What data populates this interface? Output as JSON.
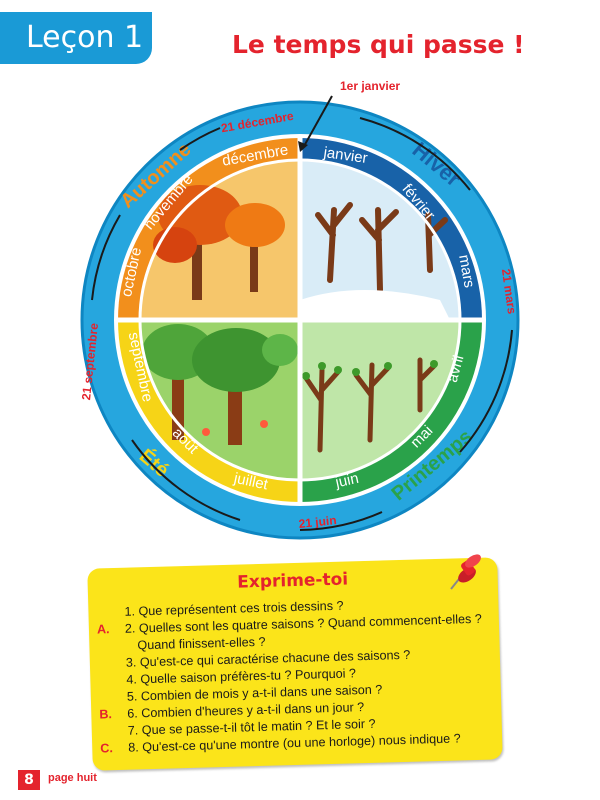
{
  "lesson": "Leçon 1",
  "title": "Le temps qui passe !",
  "wheel": {
    "start_label": "1er janvier",
    "dates": [
      "21 décembre",
      "21 mars",
      "21 juin",
      "21 septembre"
    ],
    "seasons": [
      "Hiver",
      "Printemps",
      "Été",
      "Automne"
    ],
    "months": [
      "janvier",
      "février",
      "mars",
      "avril",
      "mai",
      "juin",
      "juillet",
      "août",
      "septembre",
      "octobre",
      "novembre",
      "décembre"
    ],
    "colors": {
      "winter": "#1862a8",
      "spring": "#2aa24a",
      "summer": "#f6d417",
      "autumn": "#f28f1c",
      "ring": "#26a6de"
    }
  },
  "exprime": {
    "title": "Exprime-toi",
    "questions": [
      {
        "letter": "",
        "text": "1. Que représentent ces trois dessins ?"
      },
      {
        "letter": "A.",
        "text": "2. Quelles sont les quatre saisons ? Quand commencent-elles ?"
      },
      {
        "letter": "",
        "text": "Quand finissent-elles ?"
      },
      {
        "letter": "",
        "text": "3. Qu'est-ce qui caractérise chacune des saisons ?"
      },
      {
        "letter": "",
        "text": "4. Quelle saison préfères-tu ? Pourquoi ?"
      },
      {
        "letter": "",
        "text": "5. Combien de mois y a-t-il dans une saison ?"
      },
      {
        "letter": "B.",
        "text": "6. Combien d'heures y a-t-il dans un jour ?"
      },
      {
        "letter": "",
        "text": "7. Que se passe-t-il tôt le matin ? Et le soir ?"
      },
      {
        "letter": "C.",
        "text": "8. Qu'est-ce qu'une montre (ou une horloge) nous indique ?"
      }
    ]
  },
  "footer": {
    "page_number": "8",
    "page_text": "page huit"
  }
}
